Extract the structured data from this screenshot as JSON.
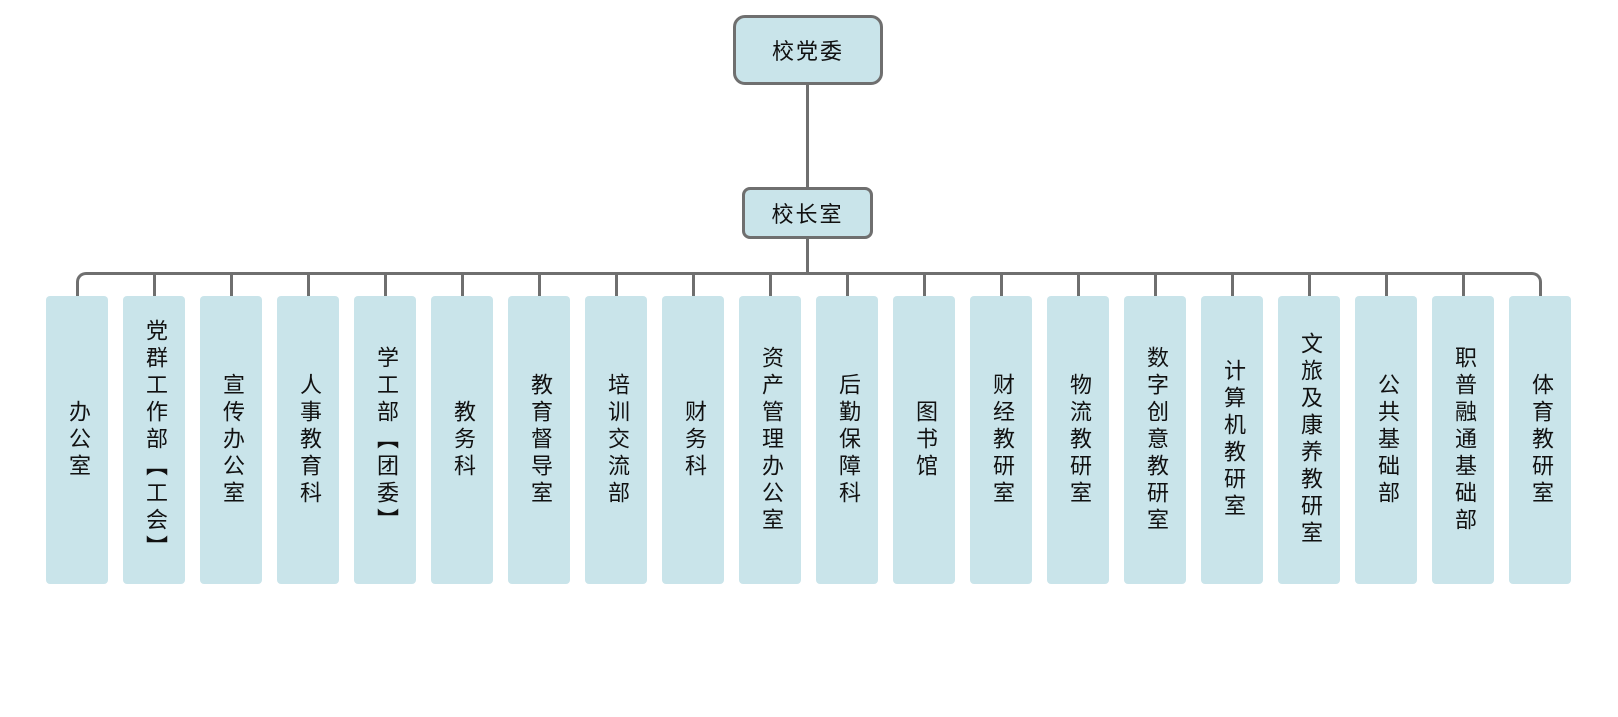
{
  "org_chart": {
    "top_node": "校党委",
    "second_node": "校长室",
    "departments": [
      "办公室",
      "党群工作部【工会】",
      "宣传办公室",
      "人事教育科",
      "学工部【团委】",
      "教务科",
      "教育督导室",
      "培训交流部",
      "财务科",
      "资产管理办公室",
      "后勤保障科",
      "图书馆",
      "财经教研室",
      "物流教研室",
      "数字创意教研室",
      "计算机教研室",
      "文旅及康养教研室",
      "公共基础部",
      "职普融通基础部",
      "体育教研室"
    ]
  },
  "colors": {
    "box_fill": "#c9e4ea",
    "line": "#6f6f6f",
    "text": "#111111",
    "background": "#ffffff"
  }
}
